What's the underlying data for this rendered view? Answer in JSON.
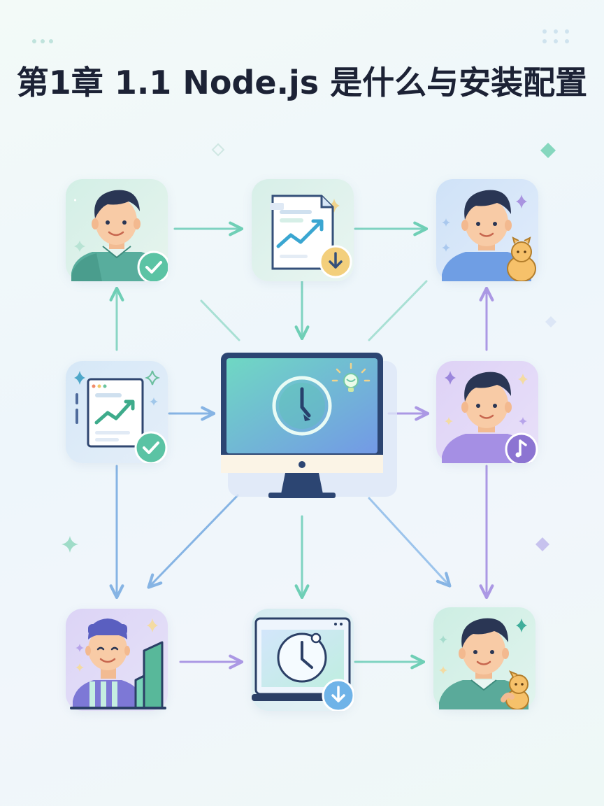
{
  "title": "第1章 1.1 Node.js 是什么与安装配置",
  "colors": {
    "teal": "#5cc7ae",
    "blue": "#7fb2e6",
    "purple": "#a996e3",
    "navy": "#2b3f66",
    "skin": "#f8c9a4",
    "hair": "#2a3654"
  },
  "nodes": [
    {
      "id": "user-top-left",
      "icon": "person-checkmark-icon"
    },
    {
      "id": "doc-chart-top",
      "icon": "document-chart-download-icon"
    },
    {
      "id": "user-top-right",
      "icon": "person-with-pet-icon"
    },
    {
      "id": "chart-mid-left",
      "icon": "chart-checkmark-icon"
    },
    {
      "id": "monitor-center",
      "icon": "monitor-clock-icon"
    },
    {
      "id": "user-mid-right",
      "icon": "person-music-icon"
    },
    {
      "id": "user-bottom-left",
      "icon": "person-bar-chart-icon"
    },
    {
      "id": "laptop-bottom",
      "icon": "laptop-clock-download-icon"
    },
    {
      "id": "user-bottom-right",
      "icon": "person-with-pet-icon"
    }
  ]
}
